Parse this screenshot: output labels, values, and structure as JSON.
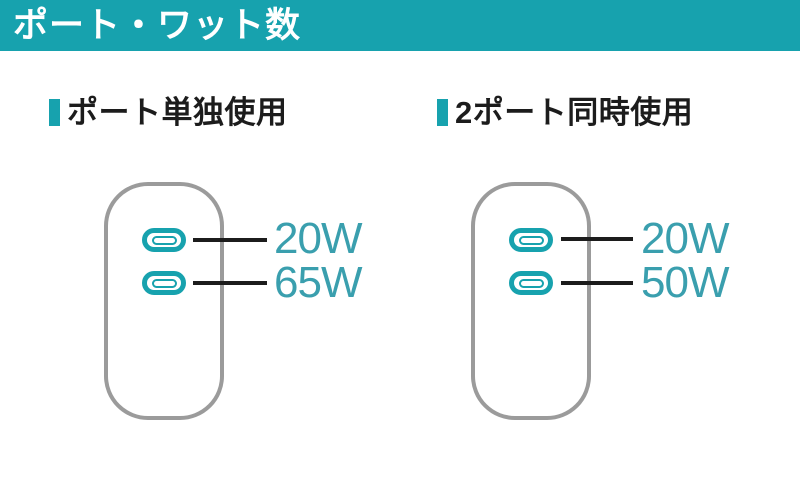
{
  "colors": {
    "teal": "#17A2AE",
    "watt_text": "#3A9FAE",
    "outline_gray": "#9B9B9B",
    "line_black": "#1C1C1C",
    "heading_text": "#1C1C1C",
    "banner_bg": "#17A2AE",
    "banner_text": "#FFFFFF"
  },
  "banner": {
    "title": "ポート・ワット数"
  },
  "sections": [
    {
      "heading": "ポート単独使用",
      "ports": [
        {
          "icon": "usb-c-port",
          "watt": "20W"
        },
        {
          "icon": "usb-c-port",
          "watt": "65W"
        }
      ]
    },
    {
      "heading": "2ポート同時使用",
      "ports": [
        {
          "icon": "usb-c-port",
          "watt": "20W"
        },
        {
          "icon": "usb-c-port",
          "watt": "50W"
        }
      ]
    }
  ]
}
